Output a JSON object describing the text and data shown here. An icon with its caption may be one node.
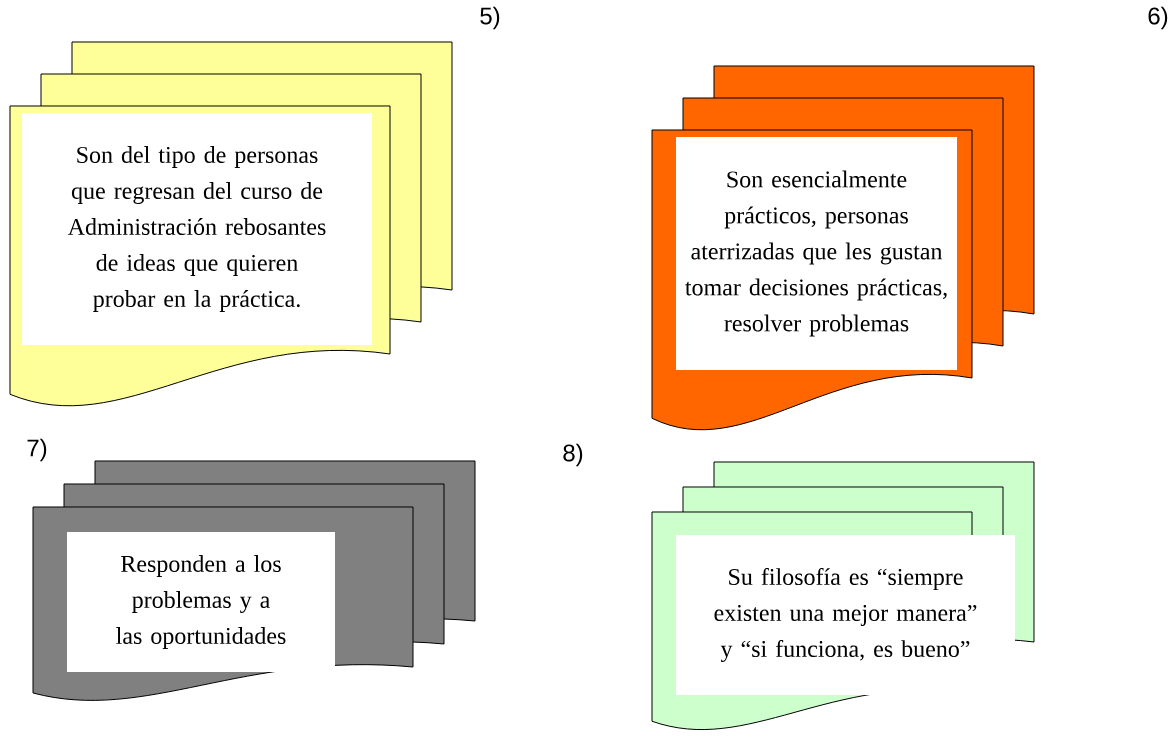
{
  "diagram": {
    "nodes": [
      {
        "text": [
          "Son del tipo de personas que regresan del curso de Administración rebosantes de ideas que quieren probar en la práctica."
        ]
      },
      {
        "text": [
          "Son esencialmente prácticos, personas aterrizadas que les gustan tomar decisiones prácticas, resolver problemas"
        ]
      },
      {
        "text": [
          "Responden a los problemas y a las oportunidades"
        ]
      },
      {
        "text": [
          "Su filosofía es “siempre existen una mejor manera” y “si funciona, es bueno”"
        ]
      }
    ],
    "labels": [
      "5)",
      "6)",
      "7)",
      "8)"
    ]
  }
}
